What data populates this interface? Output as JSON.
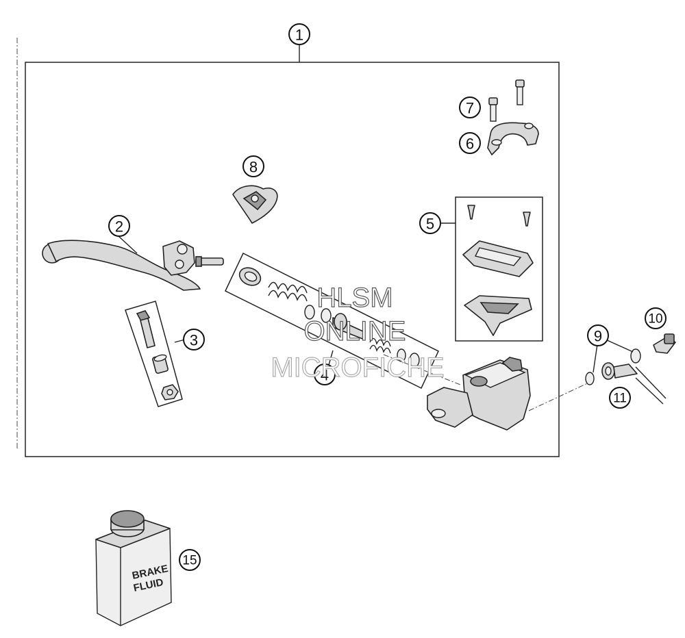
{
  "callouts": [
    "1",
    "2",
    "3",
    "4",
    "5",
    "6",
    "7",
    "8",
    "9",
    "10",
    "11",
    "15"
  ],
  "can_label": {
    "line1": "BRAKE",
    "line2": "FLUID"
  },
  "watermark": {
    "line1": "HLSM",
    "line2": "ONLINE",
    "line3": "MICROFICHE"
  }
}
